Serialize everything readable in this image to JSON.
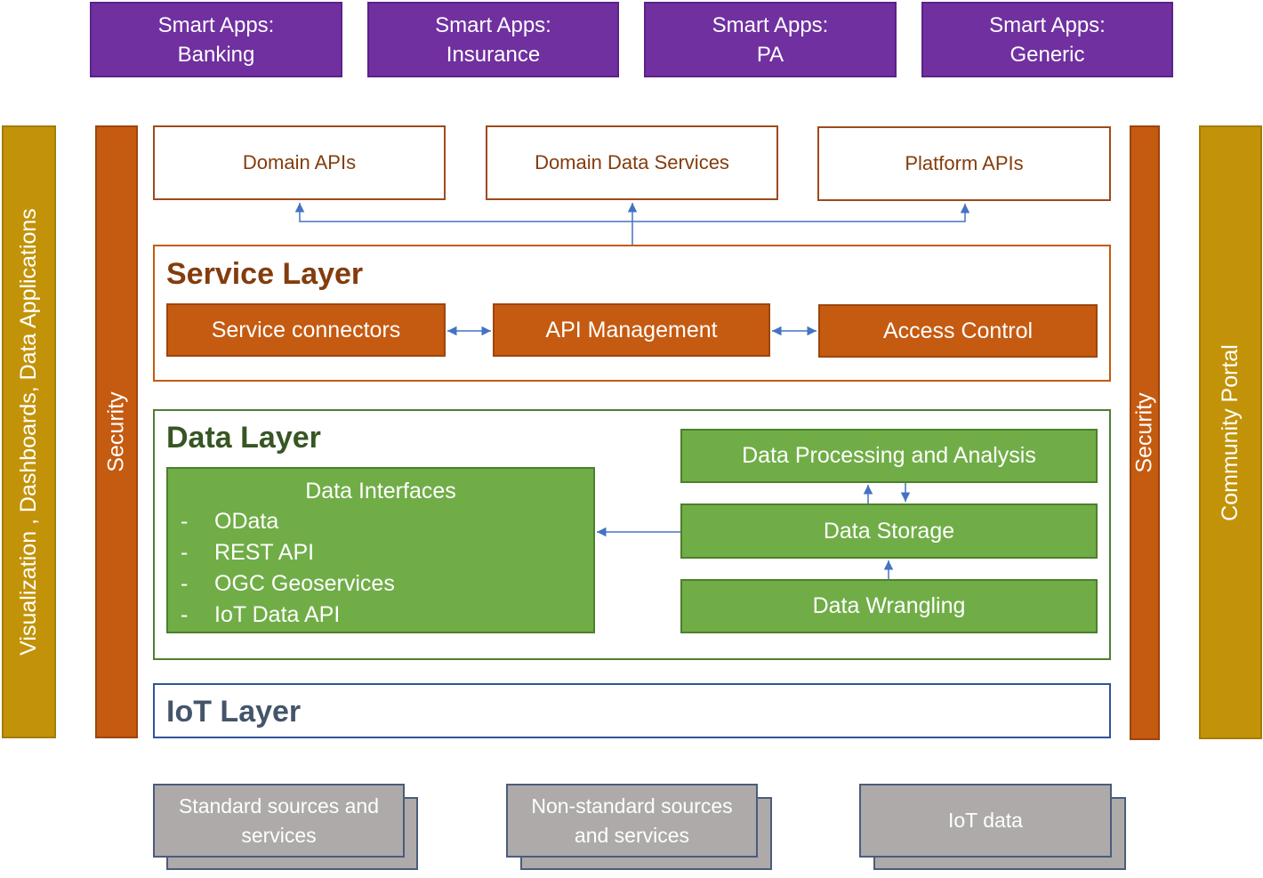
{
  "smart_apps": [
    {
      "label": "Smart Apps:\nBanking"
    },
    {
      "label": "Smart Apps:\nInsurance"
    },
    {
      "label": "Smart Apps:\nPA"
    },
    {
      "label": "Smart Apps:\nGeneric"
    }
  ],
  "left_bar": {
    "label": "Visualization , Dashboards, Data Applications"
  },
  "security_left": {
    "label": "Security"
  },
  "security_right": {
    "label": "Security"
  },
  "right_bar": {
    "label": "Community Portal"
  },
  "apis": [
    {
      "label": "Domain APIs"
    },
    {
      "label": "Domain Data Services"
    },
    {
      "label": "Platform APIs"
    }
  ],
  "service_layer": {
    "title": "Service Layer",
    "boxes": [
      {
        "label": "Service connectors"
      },
      {
        "label": "API Management"
      },
      {
        "label": "Access Control"
      }
    ]
  },
  "data_layer": {
    "title": "Data Layer",
    "interfaces": {
      "title": "Data Interfaces",
      "items": [
        {
          "dash": "-",
          "label": "OData"
        },
        {
          "dash": "-",
          "label": "REST API"
        },
        {
          "dash": "-",
          "label": "OGC Geoservices"
        },
        {
          "dash": "-",
          "label": "IoT Data API"
        }
      ]
    },
    "processing": {
      "label": "Data Processing and Analysis"
    },
    "storage": {
      "label": "Data Storage"
    },
    "wrangling": {
      "label": "Data Wrangling"
    }
  },
  "iot_layer": {
    "title": "IoT Layer"
  },
  "sources": [
    {
      "label": "Standard sources and\nservices"
    },
    {
      "label": "Non-standard sources\nand services"
    },
    {
      "label": "IoT data"
    }
  ],
  "colors": {
    "smart_app": "#7030a0",
    "gold_bar": "#c29309",
    "security": "#c55a11",
    "service_title": "#843c0c",
    "data_green": "#70ad47",
    "data_title": "#375623",
    "iot_title": "#44546a",
    "source_gray": "#aeaaaa",
    "arrow": "#4472c4"
  }
}
